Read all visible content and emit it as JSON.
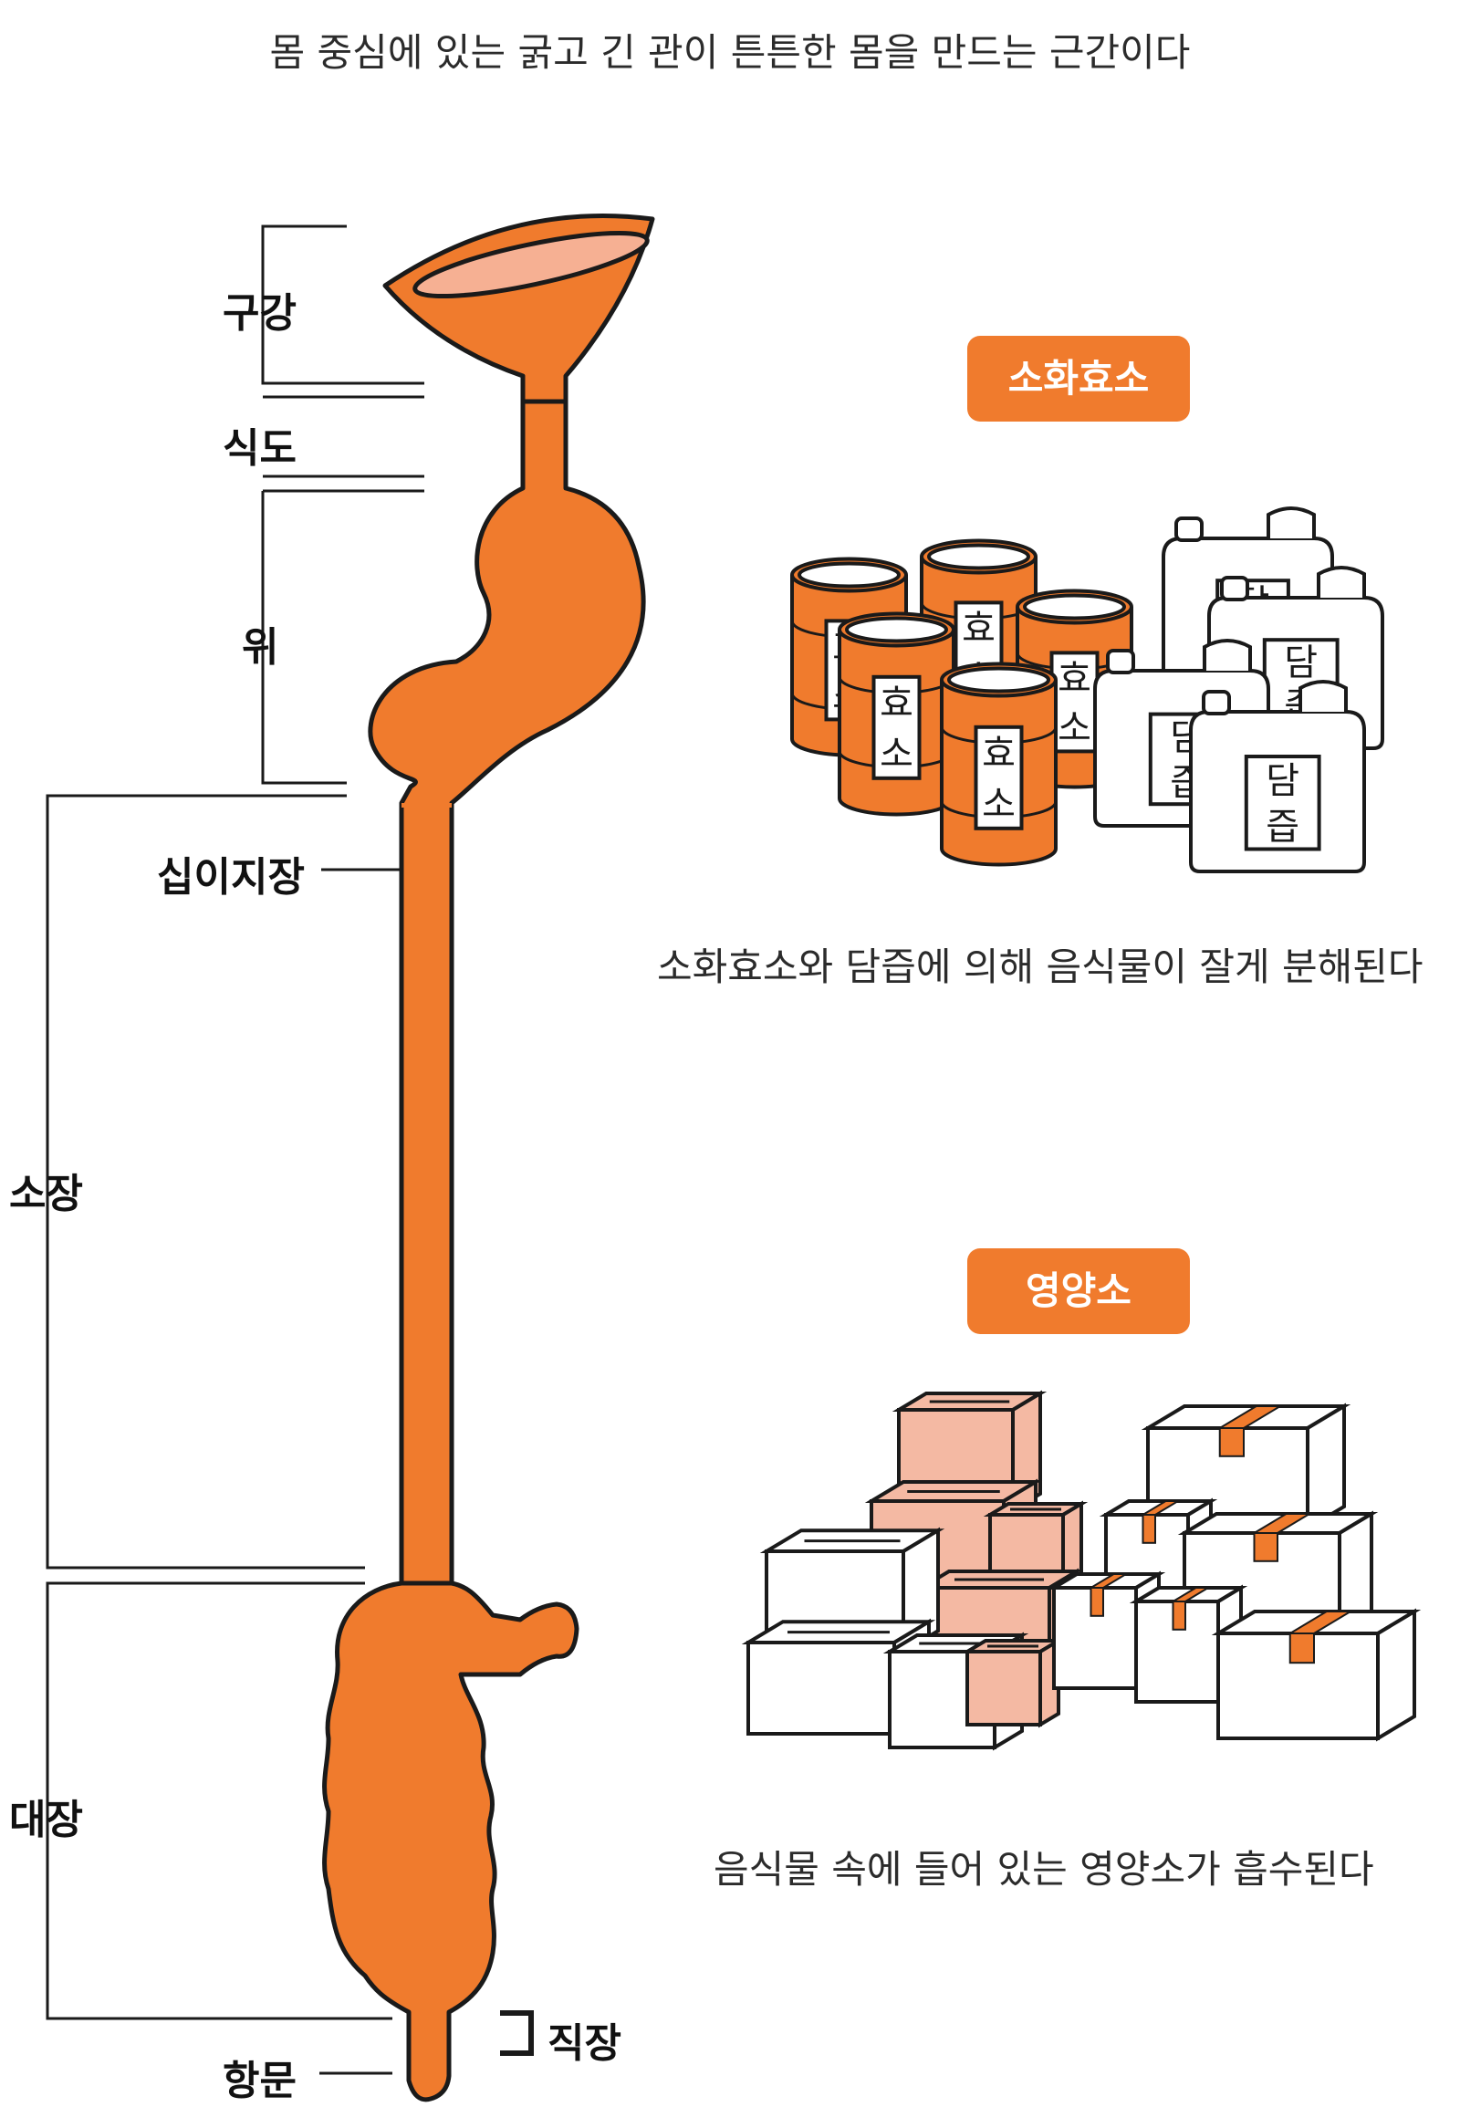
{
  "title": "몸 중심에 있는 굵고 긴 관이 튼튼한 몸을 만드는 근간이다",
  "labels": {
    "mouth": "구강",
    "esophagus": "식도",
    "stomach": "위",
    "duodenum": "십이지장",
    "small_intestine": "소장",
    "large_intestine": "대장",
    "rectum": "직장",
    "anus": "항문"
  },
  "enzyme_panel": {
    "badge": "소화효소",
    "can_label": "효소",
    "jug_label": "담즙",
    "caption": "소화효소와 담즙에 의해 음식물이 잘게 분해된다"
  },
  "nutrient_panel": {
    "badge": "영양소",
    "caption": "음식물 속에 들어 있는 영양소가 흡수된다"
  },
  "colors": {
    "organ": "#f07b2d",
    "organ_light": "#f6b093",
    "box_pink": "#f4b9a3",
    "tape": "#f07b2d",
    "outline": "#1a1a1a"
  }
}
